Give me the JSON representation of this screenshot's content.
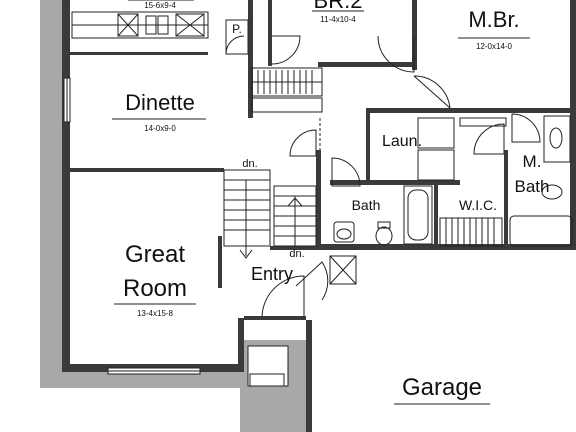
{
  "rooms": {
    "kitchen": {
      "dim": "15-6x9-4"
    },
    "bedroom2": {
      "name": "BR.2",
      "dim": "11-4x10-4"
    },
    "master_bedroom": {
      "name": "M.Br.",
      "dim": "12-0x14-0"
    },
    "dinette": {
      "name": "Dinette",
      "dim": "14-0x9-0"
    },
    "great_room": {
      "name_line1": "Great",
      "name_line2": "Room",
      "dim": "13-4x15-8"
    },
    "entry": {
      "name": "Entry"
    },
    "bath": {
      "name": "Bath"
    },
    "laundry": {
      "name": "Laun."
    },
    "walk_in_closet": {
      "name": "W.I.C."
    },
    "master_bath": {
      "name_line1": "M.",
      "name_line2": "Bath"
    },
    "garage": {
      "name": "Garage"
    },
    "pantry": {
      "name": "P."
    }
  },
  "stairs": {
    "down_label_upper": "dn.",
    "down_label_lower": "dn."
  }
}
